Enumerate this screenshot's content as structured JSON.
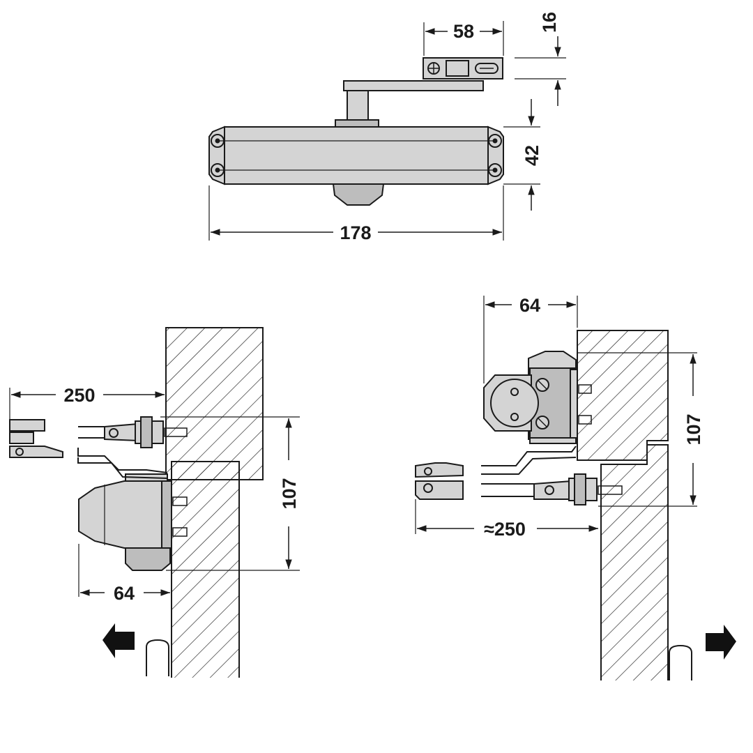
{
  "top_view": {
    "dim_width": "178",
    "dim_height": "42",
    "dim_bracket_width": "58",
    "dim_bracket_height": "16"
  },
  "left_view": {
    "dim_arm_reach": "250",
    "dim_vertical": "107",
    "dim_depth": "64",
    "arrow_icon": "arrow-left-icon"
  },
  "right_view": {
    "dim_depth": "64",
    "dim_vertical": "107",
    "dim_arm_reach": "≈250",
    "arrow_icon": "arrow-right-icon"
  },
  "colors": {
    "line": "#1a1a1a",
    "part_fill": "#d4d4d4",
    "part_fill_dark": "#bdbdbd",
    "background": "#ffffff"
  }
}
